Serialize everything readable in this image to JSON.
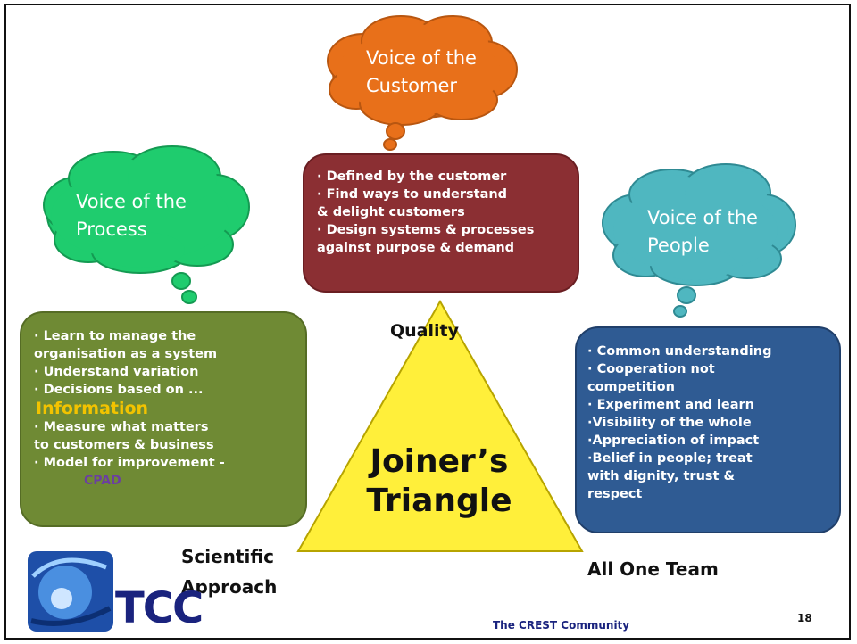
{
  "clouds": {
    "customer": "Voice of the\nCustomer",
    "process": "Voice of the\nProcess",
    "people": "Voice of the\nPeople"
  },
  "customer_box": {
    "items": [
      "Defined by the customer",
      "Find ways to understand\n& delight customers",
      "Design systems & processes\nagainst purpose & demand"
    ]
  },
  "process_box": {
    "items": [
      "Learn to manage the\norganisation as a system",
      "Understand variation",
      "Decisions based on ..."
    ],
    "highlight": "Information",
    "items_after": [
      "Measure what matters\nto customers & business",
      "Model for improvement -"
    ],
    "cpad": "CPAD"
  },
  "people_box": {
    "items": [
      "Common understanding",
      "Cooperation not\ncompetition",
      "Experiment and learn",
      "Visibility of the whole",
      "Appreciation of impact",
      "Belief in people; treat\nwith dignity, trust &\nrespect"
    ]
  },
  "triangle": {
    "title": "Joiner’s\nTriangle",
    "top_label": "Quality",
    "left_label": "Scientific\nApproach",
    "right_label": "All One Team"
  },
  "footer": {
    "logo_text": "TCC",
    "community": "The CREST Community",
    "page_number": "18"
  },
  "colors": {
    "customer_cloud": "#e8701a",
    "process_cloud": "#1fcc6e",
    "people_cloud": "#4fb7c0",
    "triangle": "#ffef3a",
    "customer_box": "#8b2f33",
    "process_box": "#6f8a34",
    "people_box": "#2f5b93",
    "highlight": "#f2c300"
  }
}
